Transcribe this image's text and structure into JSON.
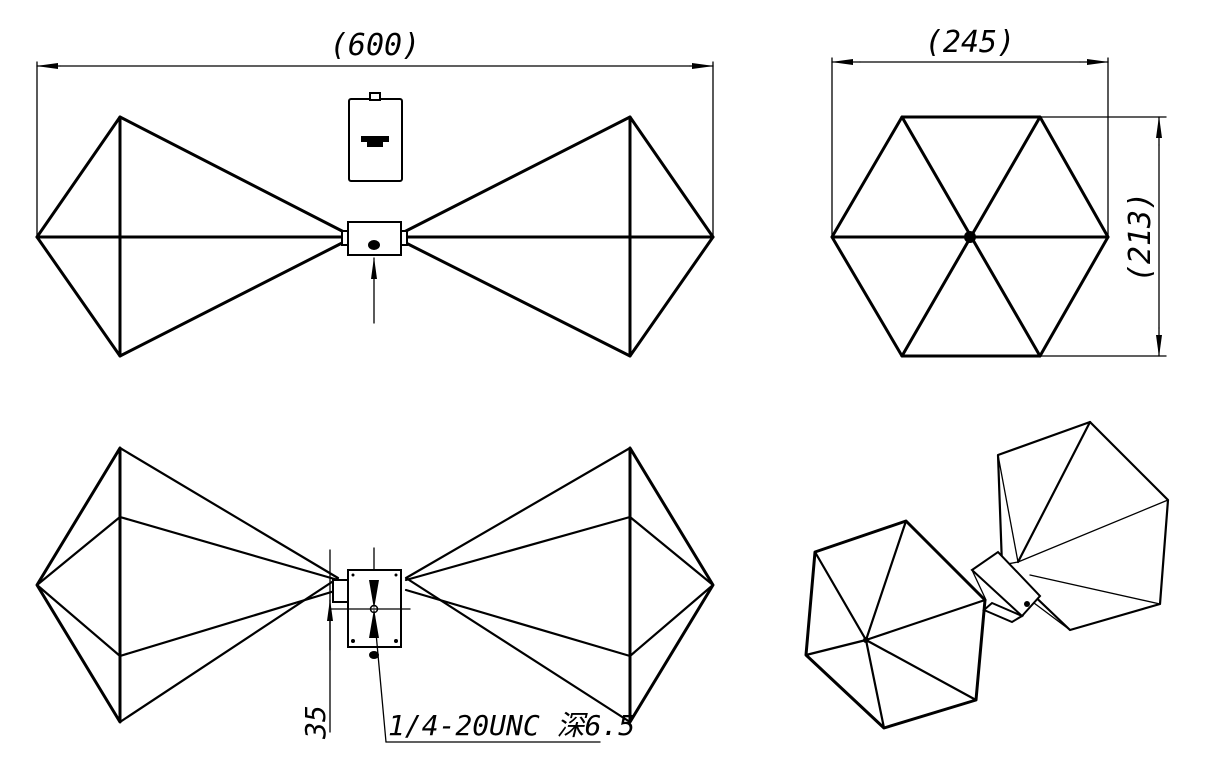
{
  "dimensions": {
    "top_width": "(600)",
    "side_width": "(245)",
    "side_height": "(213)",
    "offset": "35",
    "thread_note": "1/4-20UNC 深6.5"
  },
  "views": [
    "front-view",
    "end-view",
    "bottom-view",
    "isometric-view"
  ]
}
